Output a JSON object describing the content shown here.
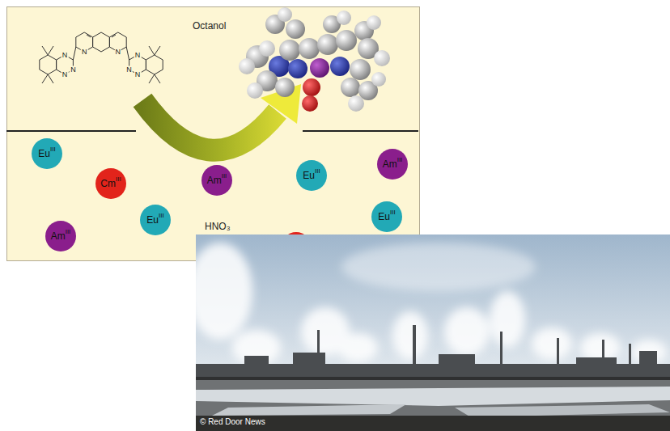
{
  "diagram": {
    "nodes": [
      {
        "text": [
          "Eu",
          "III"
        ]
      },
      {
        "text": [
          "Cm",
          "III"
        ]
      },
      {
        "text": [
          "Am",
          "III"
        ]
      },
      {
        "text": [
          "Eu",
          "III"
        ]
      },
      {
        "text": [
          "Am",
          "III"
        ]
      },
      {
        "text": [
          "Eu",
          "III"
        ]
      },
      {
        "text": [
          "Am",
          "III"
        ]
      },
      {
        "text": [
          "Eu",
          "III"
        ]
      }
    ],
    "labels": [
      "Octanol",
      "N",
      "N",
      "N",
      "N",
      "N",
      "N",
      "N",
      "N",
      "HNO₃",
      "© Red Door News"
    ]
  }
}
